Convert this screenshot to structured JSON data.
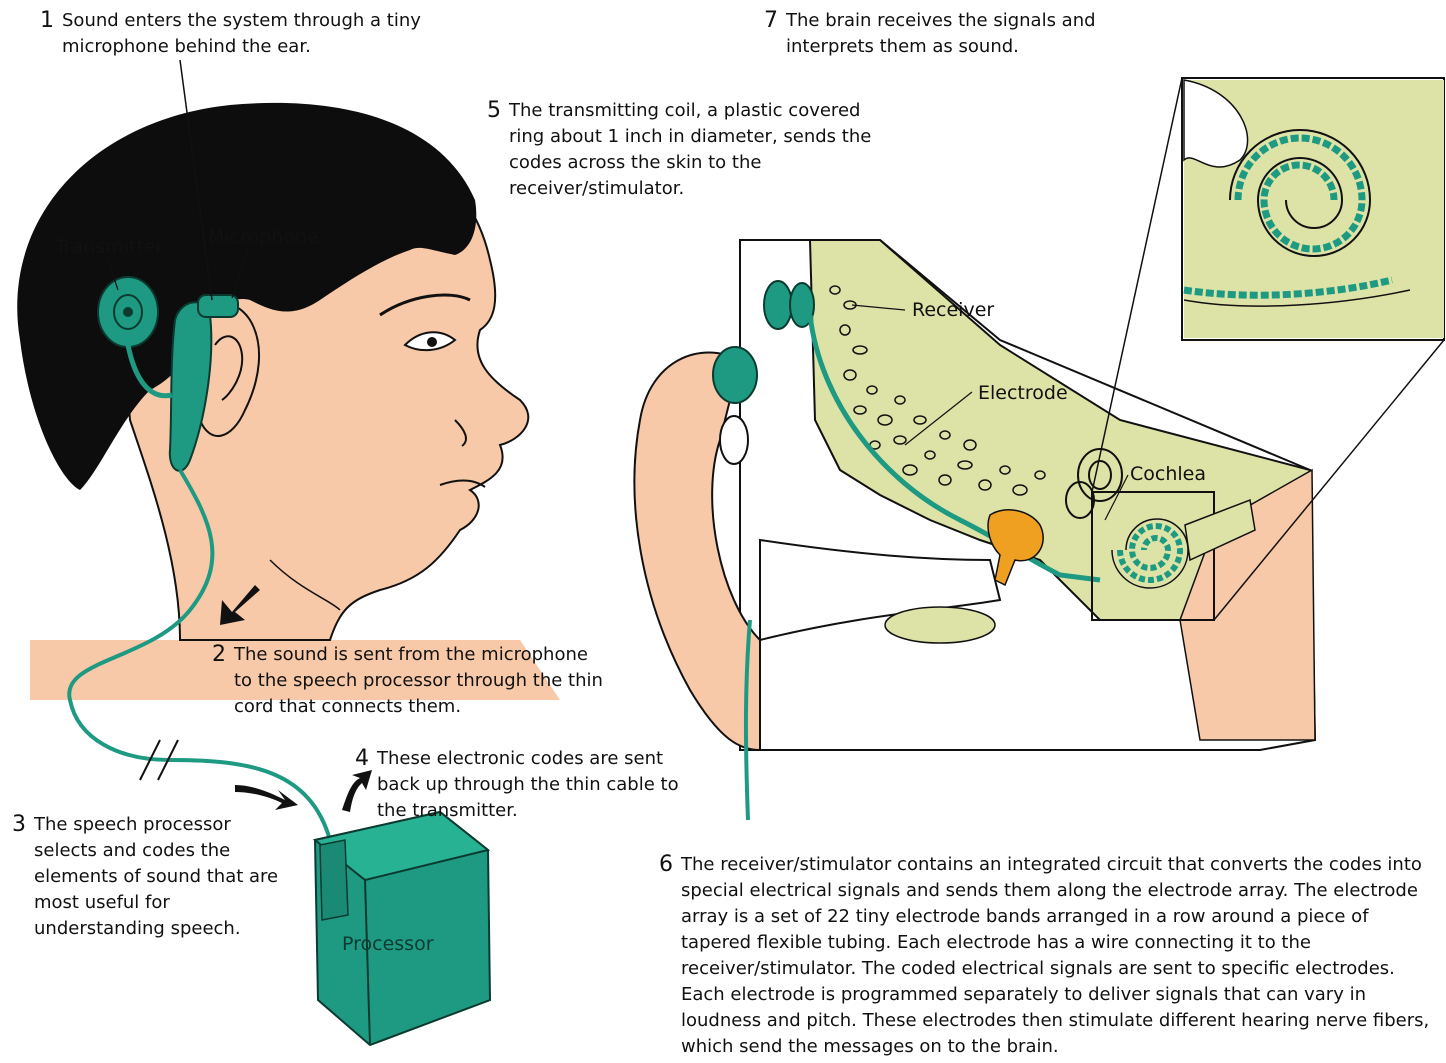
{
  "steps": [
    {
      "number": "1",
      "text": "Sound enters the system through a tiny microphone behind the ear."
    },
    {
      "number": "2",
      "text": "The sound is sent from the microphone to the speech processor through the thin cord that connects them."
    },
    {
      "number": "3",
      "text": "The speech processor selects and codes the elements of sound that are most useful for understanding speech."
    },
    {
      "number": "4",
      "text": "These electronic codes are sent back up through the thin cable to the transmitter."
    },
    {
      "number": "5",
      "text": "The transmitting coil, a plastic covered ring about 1 inch in diameter, sends the codes across the skin to the receiver/stimulator."
    },
    {
      "number": "6",
      "text": "The receiver/stimulator contains an integrated circuit that converts the codes into special electrical signals and sends them along the electrode array. The electrode array is a set of 22 tiny electrode bands arranged in a row around a piece of tapered flexible tubing. Each electrode has a wire connecting it to the receiver/stimulator. The coded electrical signals are sent to specific electrodes. Each electrode is programmed separately to deliver signals that can vary in loudness and pitch. These electrodes then stimulate different hearing nerve fibers, which send the messages on to the brain."
    },
    {
      "number": "7",
      "text": "The brain receives the signals and interprets them as sound."
    }
  ],
  "labels": {
    "transmitter": "Transmitter",
    "microphone": "Microphone",
    "processor": "Processor",
    "receiver": "Receiver",
    "electrode": "Electrode",
    "cochlea": "Cochlea"
  },
  "colors": {
    "device_teal": "#1e9a82",
    "skin": "#f8c9a8",
    "bone": "#dde3a6",
    "hair": "#0d0d0d",
    "ossicle_orange": "#f0a020"
  }
}
